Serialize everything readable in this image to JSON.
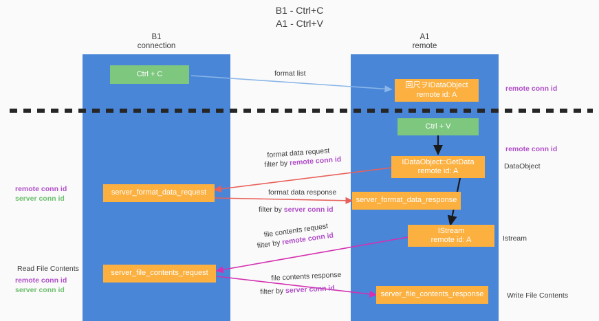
{
  "title": {
    "line1": "B1 - Ctrl+C",
    "line2": "A1 - Ctrl+V"
  },
  "colors": {
    "lane": "#4a86d8",
    "green_node": "#7ec77f",
    "orange_node": "#fbb040",
    "purple_text": "#b04fc8",
    "green_text": "#6dbf6e",
    "blue_arrow": "#8ab6e8",
    "red_arrow": "#e8605a",
    "magenta_arrow": "#d42fb0",
    "black_arrow": "#1a1a1a",
    "divider": "#262626",
    "background": "#fafafa"
  },
  "columns": [
    {
      "name": "B1",
      "subtitle": "connection"
    },
    {
      "name": "A1",
      "subtitle": "remote"
    }
  ],
  "nodes": [
    {
      "id": "ctrl-c",
      "line1": "Ctrl + C",
      "line2": "",
      "color": "green"
    },
    {
      "id": "idataobject",
      "line1": "回尺ヲIDataObject",
      "line2": "remote id: A",
      "color": "orange"
    },
    {
      "id": "ctrl-v",
      "line1": "Ctrl + V",
      "line2": "",
      "color": "green"
    },
    {
      "id": "getdata",
      "line1": "IDataObject::GetData",
      "line2": "remote id: A",
      "color": "orange"
    },
    {
      "id": "sfdreq",
      "line1": "server_format_data_request",
      "line2": "",
      "color": "orange"
    },
    {
      "id": "sfdres",
      "line1": "server_format_data_response",
      "line2": "",
      "color": "orange"
    },
    {
      "id": "istream",
      "line1": "IStream",
      "line2": "remote id: A",
      "color": "orange"
    },
    {
      "id": "sfcreq",
      "line1": "server_file_contents_request",
      "line2": "",
      "color": "orange"
    },
    {
      "id": "sfcres",
      "line1": "server_file_contents_response",
      "line2": "",
      "color": "orange"
    }
  ],
  "edge_labels": {
    "format_list": "format list",
    "format_data_request": "format data request",
    "format_data_request_filter_prefix": "filter by ",
    "format_data_request_filter_key": "remote conn id",
    "format_data_response": "format data response",
    "format_data_response_filter_prefix": "filter by ",
    "format_data_response_filter_key": "server conn id",
    "file_contents_request": "file contents request",
    "file_contents_request_filter_prefix": "filter by ",
    "file_contents_request_filter_key": "remote conn id",
    "file_contents_response": "file contents response",
    "file_contents_response_filter_prefix": "filter by ",
    "file_contents_response_filter_key": "server conn id"
  },
  "right_labels": {
    "remote_conn_id_top": "remote conn id",
    "remote_conn_id_mid": "remote conn id",
    "dataobject": "DataObject",
    "istream": "Istream",
    "write_file_contents": "Write File Contents"
  },
  "left_labels": {
    "mid_remote": "remote conn id",
    "mid_server": "server conn id",
    "read_file_contents": "Read File Contents",
    "bottom_remote": "remote conn id",
    "bottom_server": "server conn id"
  }
}
